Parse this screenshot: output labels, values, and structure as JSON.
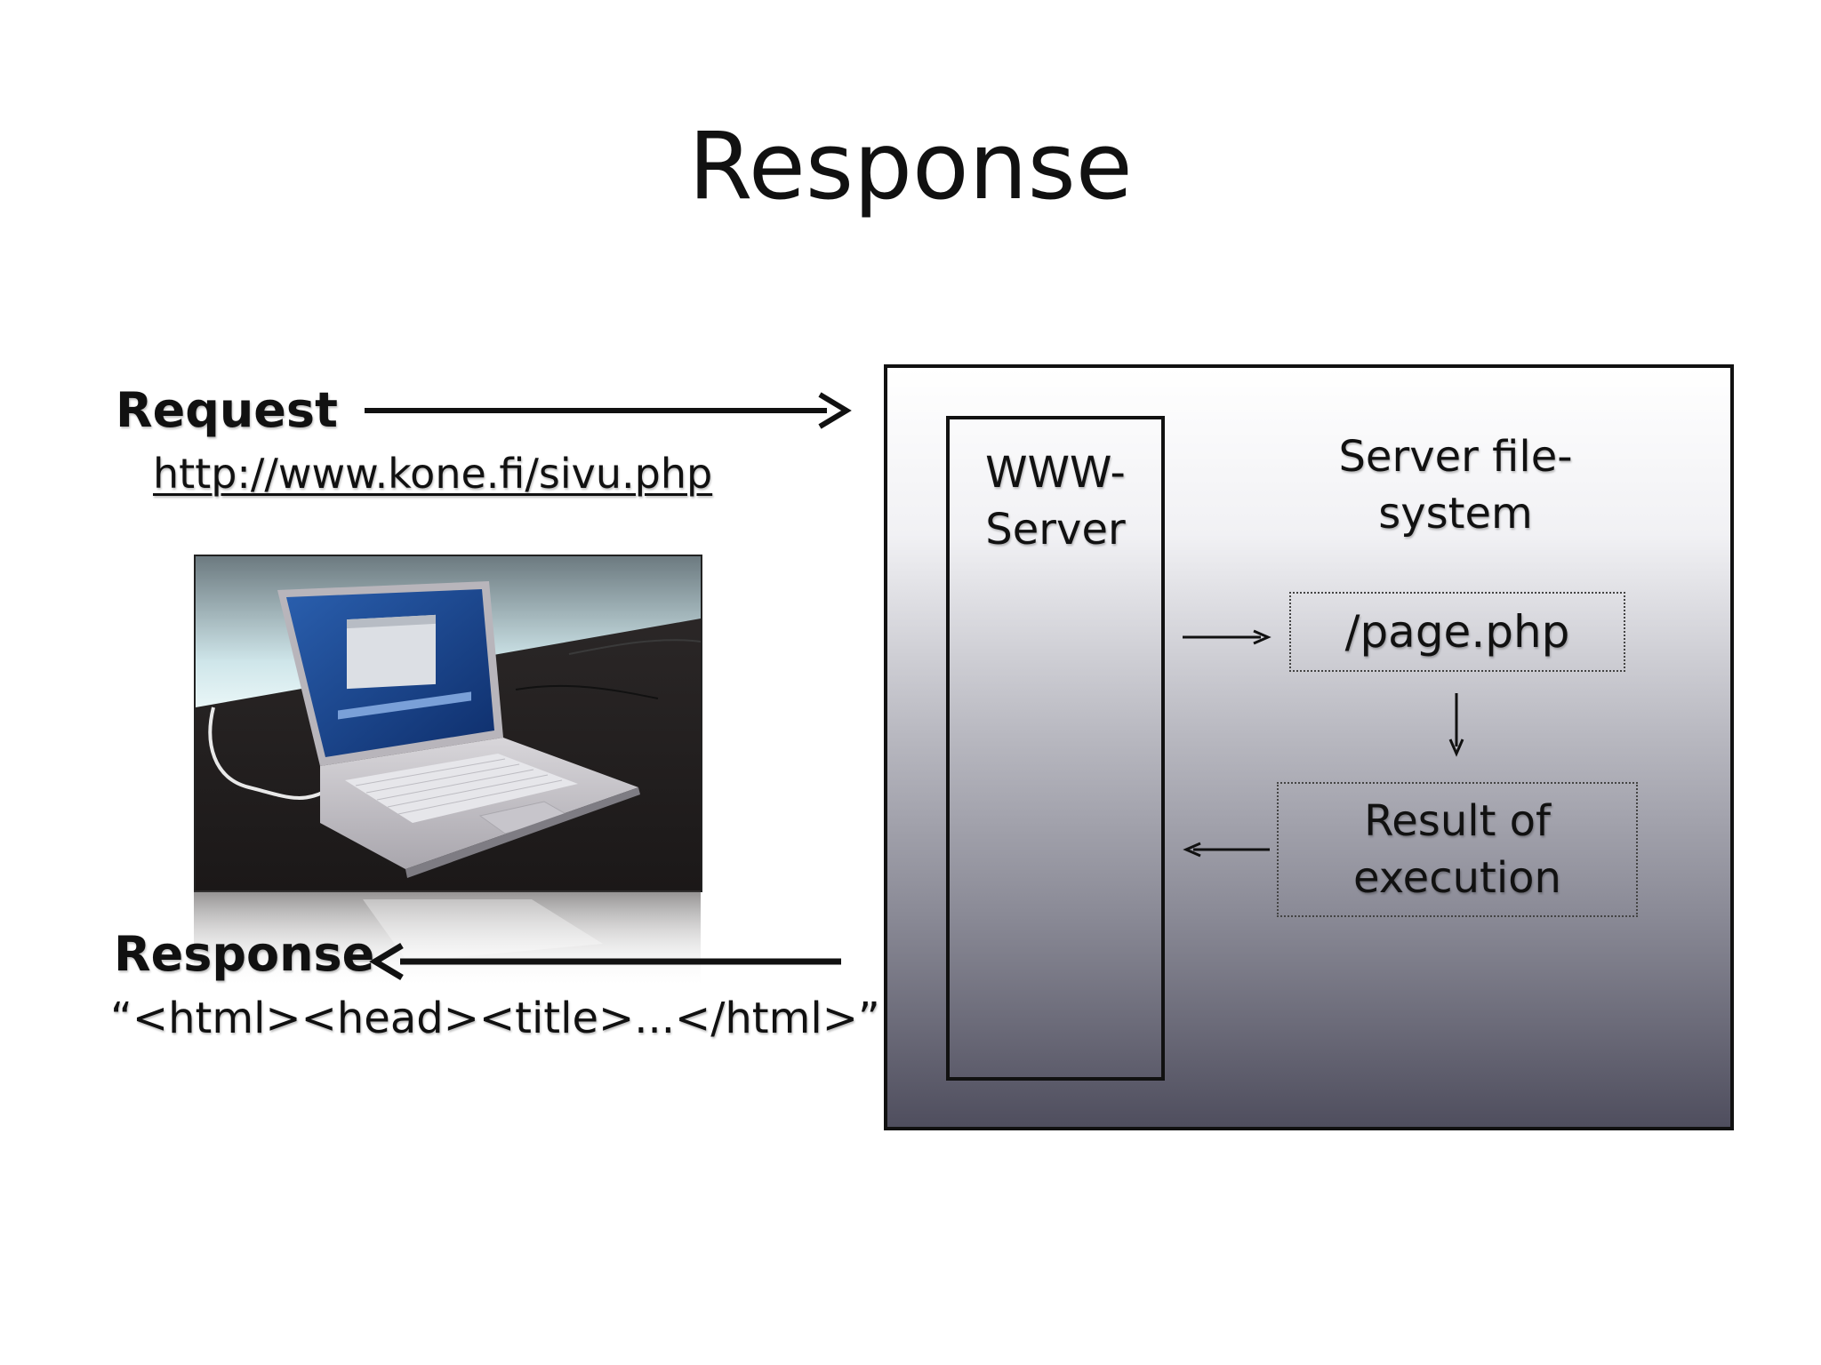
{
  "slide": {
    "title": "Response"
  },
  "client": {
    "request_label": "Request",
    "request_url": "http://www.kone.fi/sivu.php",
    "response_label": "Response",
    "response_body": "“<html><head><title>...</html>”"
  },
  "server": {
    "www_server_line1": "WWW-",
    "www_server_line2": "Server",
    "filesystem_line1": "Server file-",
    "filesystem_line2": "system",
    "page_file": "/page.php",
    "result_line1": "Result of",
    "result_line2": "execution"
  },
  "colors": {
    "server_gradient_top": "#ffffff",
    "server_gradient_bottom": "#4f4e5e",
    "text": "#111111"
  }
}
